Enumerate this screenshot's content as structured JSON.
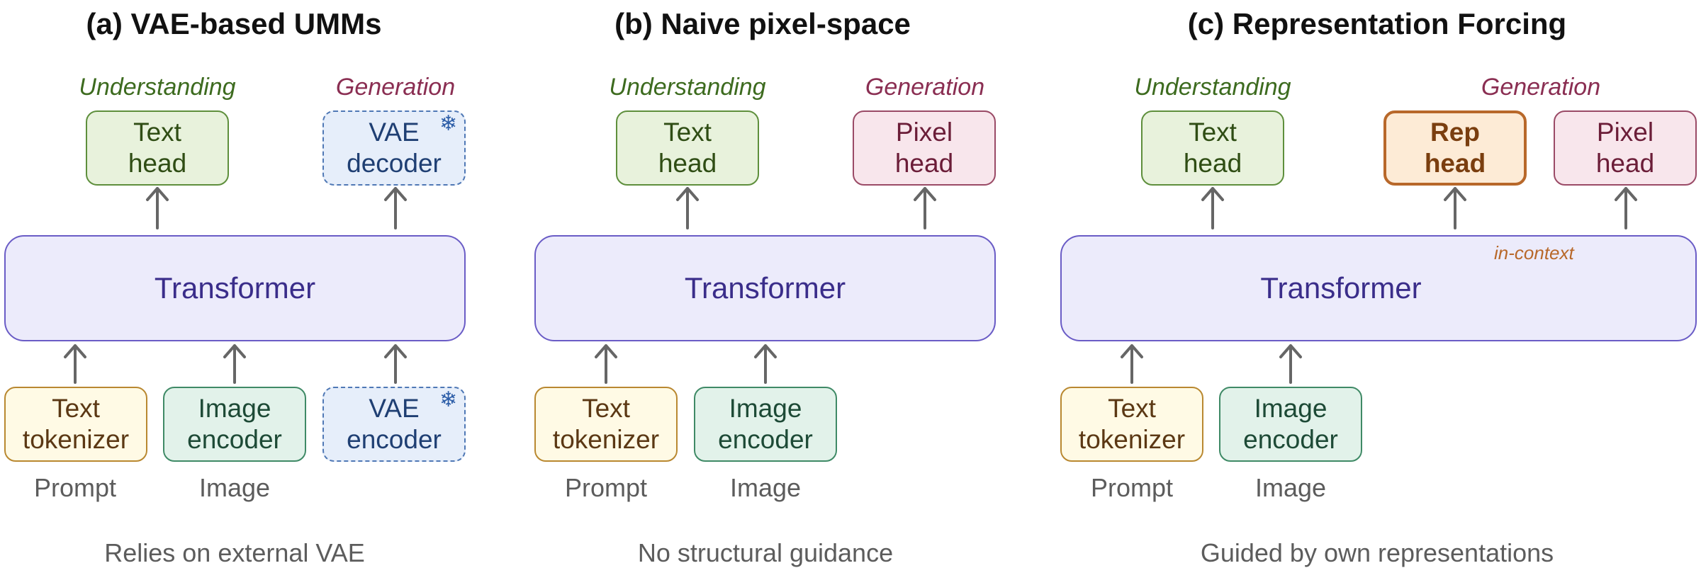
{
  "panels": [
    {
      "title": "(a) VAE-based UMMs",
      "understanding_label": "Understanding",
      "generation_label": "Generation",
      "text_head": [
        "Text",
        "head"
      ],
      "gen_head": [
        "VAE",
        "decoder"
      ],
      "transformer": "Transformer",
      "inputs": [
        {
          "lines": [
            "Text",
            "tokenizer"
          ],
          "label": "Prompt"
        },
        {
          "lines": [
            "Image",
            "encoder"
          ],
          "label": "Image"
        },
        {
          "lines": [
            "VAE",
            "encoder"
          ],
          "label": ""
        }
      ],
      "caption": "Relies on external VAE"
    },
    {
      "title": "(b) Naive pixel-space",
      "understanding_label": "Understanding",
      "generation_label": "Generation",
      "text_head": [
        "Text",
        "head"
      ],
      "gen_head": [
        "Pixel",
        "head"
      ],
      "transformer": "Transformer",
      "inputs": [
        {
          "lines": [
            "Text",
            "tokenizer"
          ],
          "label": "Prompt"
        },
        {
          "lines": [
            "Image",
            "encoder"
          ],
          "label": "Image"
        }
      ],
      "caption": "No structural guidance"
    },
    {
      "title": "(c) Representation Forcing",
      "understanding_label": "Understanding",
      "generation_label": "Generation",
      "text_head": [
        "Text",
        "head"
      ],
      "rep_head": [
        "Rep",
        "head"
      ],
      "gen_head": [
        "Pixel",
        "head"
      ],
      "transformer": "Transformer",
      "in_context": "in-context",
      "inputs": [
        {
          "lines": [
            "Text",
            "tokenizer"
          ],
          "label": "Prompt"
        },
        {
          "lines": [
            "Image",
            "encoder"
          ],
          "label": "Image"
        }
      ],
      "caption": "Guided by own representations"
    }
  ],
  "icons": {
    "frozen": "snowflake-icon"
  },
  "colors": {
    "understanding": "#3d6b1f",
    "generation": "#8a2e52",
    "transformer": "#6a5cc6",
    "rep_head": "#b8682a",
    "arrow": "#666666"
  }
}
